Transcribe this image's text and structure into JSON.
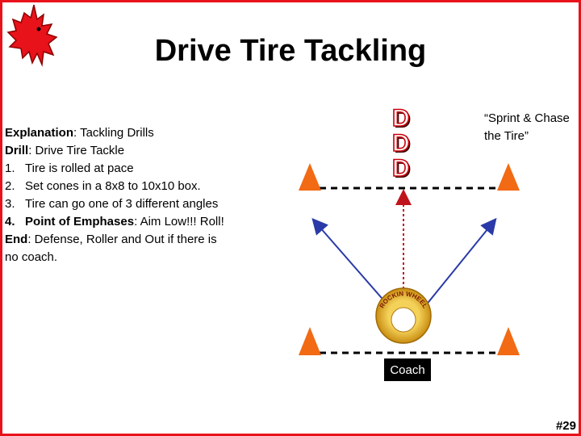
{
  "title": "Drive Tire Tackling",
  "explanation": {
    "explanation_label": "Explanation",
    "explanation_text": ": Tackling Drills",
    "drill_label": "Drill",
    "drill_text": ": Drive Tire Tackle",
    "items": [
      {
        "num": "1.",
        "text": "Tire is rolled at pace"
      },
      {
        "num": "2.",
        "text": "Set cones in a 8x8 to 10x10 box."
      },
      {
        "num": "3.",
        "text": "Tire can go one of 3 different angles"
      }
    ],
    "emphasis_num": "4.",
    "emphasis_label": "Point of Emphases",
    "emphasis_text": ": Aim Low!!! Roll!",
    "end_label": "End",
    "end_text_line1": ": Defense, Roller and Out if there is",
    "end_text_line2": "no coach."
  },
  "diagram": {
    "defenders": [
      "D",
      "D",
      "D"
    ],
    "quote": "“Sprint & Chase the Tire”",
    "coach_label": "Coach",
    "tire_text": "ROCKIN WHEEL",
    "colors": {
      "cone": "#f26a14",
      "arrow_blue": "#2a3aa8",
      "arrow_red": "#c0141c",
      "tire": "#d9a21c",
      "border": "#e8121b"
    }
  },
  "page_number": "#29"
}
